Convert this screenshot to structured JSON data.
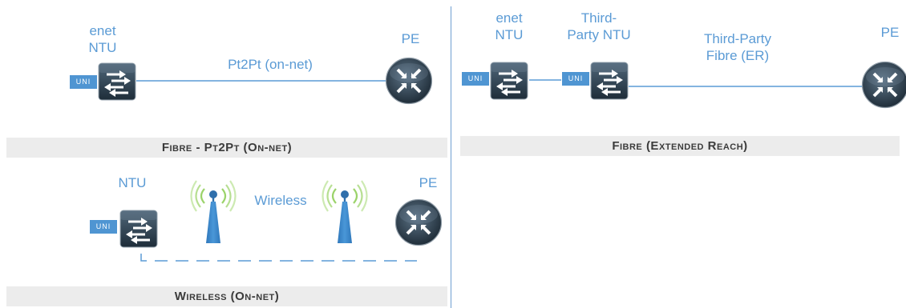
{
  "colors": {
    "label_blue": "#5b9bd5",
    "line_blue": "#5b9bd5",
    "device_dark": "#2a3d4c",
    "uni_blue": "#4f95d2",
    "tower_blue": "#3b86c8",
    "signal_green": "#9bd36a",
    "caption_bg": "#ececec"
  },
  "pt2pt": {
    "ntu_label_line1": "enet",
    "ntu_label_line2": "NTU",
    "pe_label": "PE",
    "link_label": "Pt2Pt (on-net)",
    "uni_label": "UNI",
    "caption": "Fibre - Pt2Pt (On-net)"
  },
  "extended": {
    "ntu_label_line1": "enet",
    "ntu_label_line2": "NTU",
    "third_party_line1": "Third-",
    "third_party_line2": "Party NTU",
    "fibre_label_line1": "Third-Party",
    "fibre_label_line2": "Fibre (ER)",
    "pe_label": "PE",
    "uni_label_1": "UNI",
    "uni_label_2": "UNI",
    "caption": "Fibre (Extended Reach)"
  },
  "wireless": {
    "ntu_label": "NTU",
    "pe_label": "PE",
    "link_label": "Wireless",
    "uni_label": "UNI",
    "caption": "Wireless (On-net)"
  },
  "icons": {
    "ntu_device": "switch-arrows-icon",
    "pe_router": "router-arrows-icon",
    "tower": "radio-tower-icon"
  }
}
